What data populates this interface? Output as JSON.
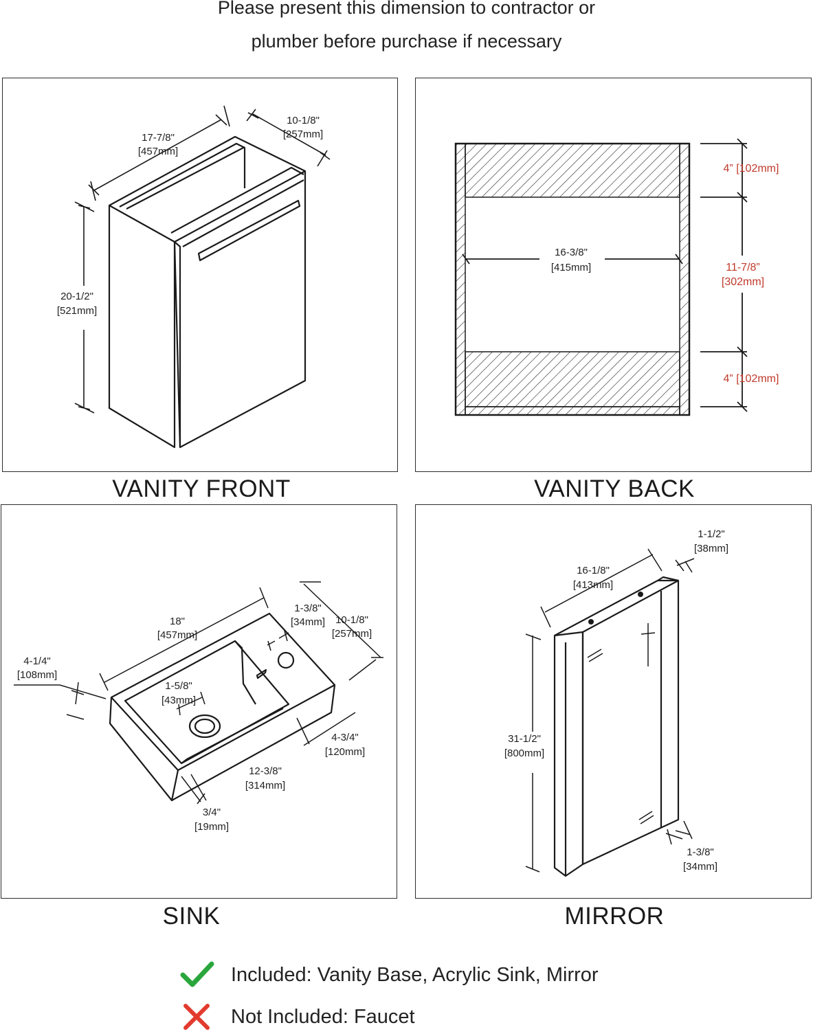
{
  "header": {
    "line1": "Please present this dimension to contractor or",
    "line2": "plumber before purchase if necessary"
  },
  "panels": {
    "front": {
      "caption": "VANITY FRONT",
      "width_in": "17-7/8\"",
      "width_mm": "[457mm]",
      "depth_in": "10-1/8\"",
      "depth_mm": "[257mm]",
      "height_in": "20-1/2\"",
      "height_mm": "[521mm]"
    },
    "back": {
      "caption": "VANITY BACK",
      "top_band": "4” [102mm]",
      "middle_in": "11-7/8”",
      "middle_mm": "[302mm]",
      "bottom_band": "4” [102mm]",
      "width_in": "16-3/8\"",
      "width_mm": "[415mm]"
    },
    "sink": {
      "caption": "SINK",
      "length_in": "18\"",
      "length_mm": "[457mm]",
      "depth_in": "10-1/8\"",
      "depth_mm": "[257mm]",
      "hole_in": "1-3/8\"",
      "hole_mm": "[34mm]",
      "height_in": "4-1/4\"",
      "height_mm": "[108mm]",
      "drain_in": "1-5/8\"",
      "drain_mm": "[43mm]",
      "bowl_depth_in": "4-3/4\"",
      "bowl_depth_mm": "[120mm]",
      "bowl_len_in": "12-3/8\"",
      "bowl_len_mm": "[314mm]",
      "rim_in": "3/4\"",
      "rim_mm": "[19mm]"
    },
    "mirror": {
      "caption": "MIRROR",
      "thick_in": "1-1/2\"",
      "thick_mm": "[38mm]",
      "width_in": "16-1/8\"",
      "width_mm": "[413mm]",
      "height_in": "31-1/2\"",
      "height_mm": "[800mm]",
      "strip_in": "1-3/8\"",
      "strip_mm": "[34mm]"
    }
  },
  "legend": {
    "included": "Included: Vanity Base, Acrylic Sink, Mirror",
    "not_included": "Not Included: Faucet",
    "check_color": "#2aa63c",
    "cross_color": "#e23b2e"
  }
}
